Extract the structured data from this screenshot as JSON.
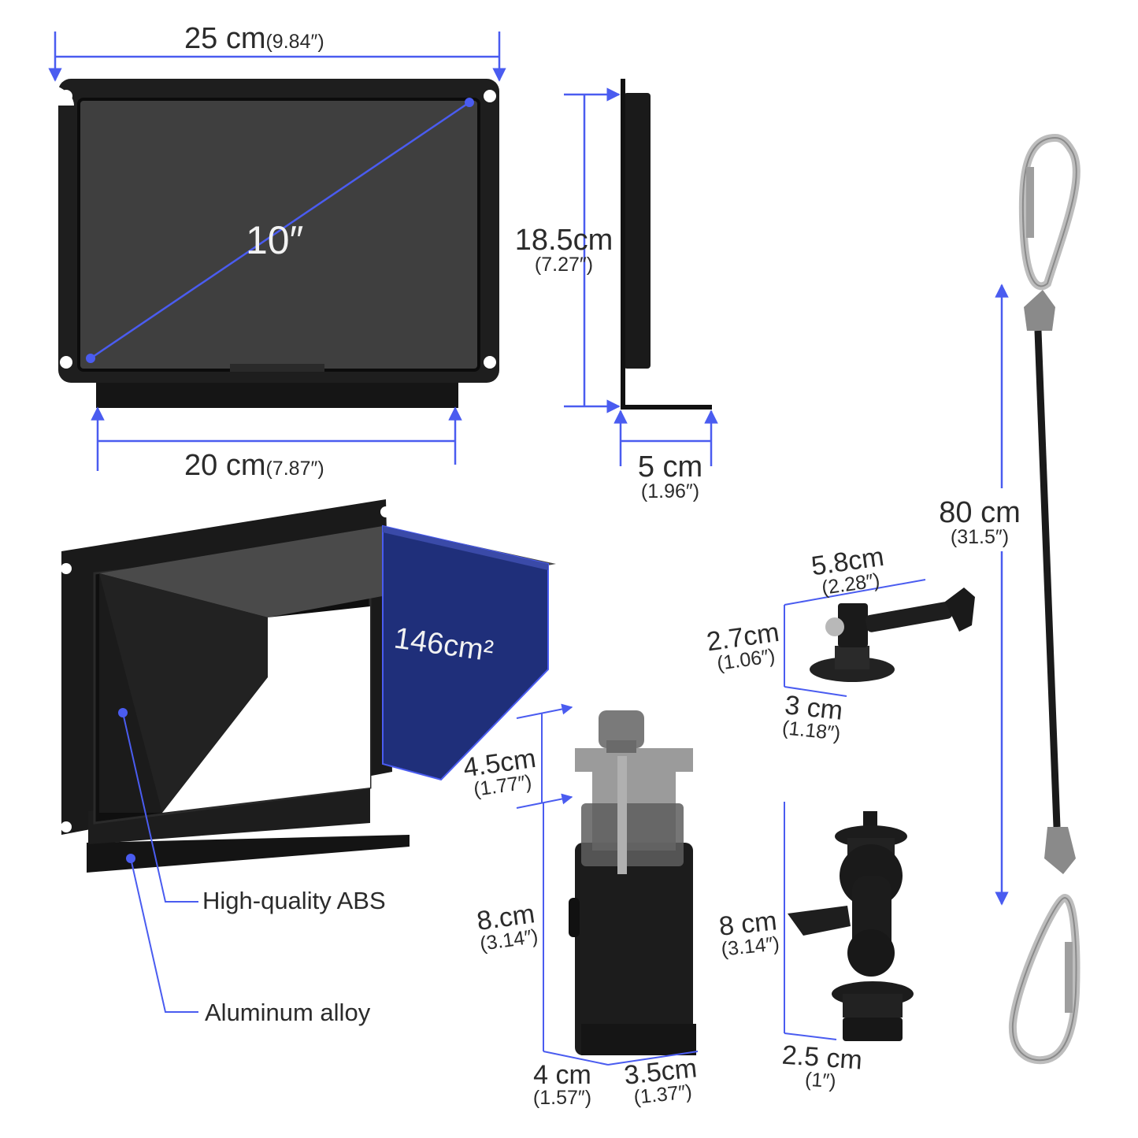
{
  "colors": {
    "accent": "#4a5cf0",
    "product": "#1c1c1c",
    "screen": "#3f3f3f",
    "hood_highlight": "#1f2f7a"
  },
  "dimensions": {
    "top_width": {
      "cm": "25 cm",
      "in": "(9.84″)"
    },
    "bottom_width": {
      "cm": "20 cm",
      "in": "(7.87″)"
    },
    "diagonal": "10″",
    "height": {
      "cm": "18.5cm",
      "in": "(7.27″)"
    },
    "depth": {
      "cm": "5 cm",
      "in": "(1.96″)"
    },
    "hood_area": "146cm²",
    "strap_length": {
      "cm": "80 cm",
      "in": "(31.5″)"
    },
    "mount_length": {
      "cm": "5.8cm",
      "in": "(2.28″)"
    },
    "mount_height": {
      "cm": "2.7cm",
      "in": "(1.06″)"
    },
    "mount_base": {
      "cm": "3 cm",
      "in": "(1.18″)"
    },
    "clamp_top": {
      "cm": "4.5cm",
      "in": "(1.77″)"
    },
    "clamp_height": {
      "cm": "8.cm",
      "in": "(3.14″)"
    },
    "clamp_width": {
      "cm": "4 cm",
      "in": "(1.57″)"
    },
    "clamp_depth": {
      "cm": "3.5cm",
      "in": "(1.37″)"
    },
    "ballhead_height": {
      "cm": "8 cm",
      "in": "(3.14″)"
    },
    "ballhead_base": {
      "cm": "2.5 cm",
      "in": "(1″)"
    }
  },
  "materials": {
    "abs": "High-quality ABS",
    "aluminum": "Aluminum alloy"
  }
}
